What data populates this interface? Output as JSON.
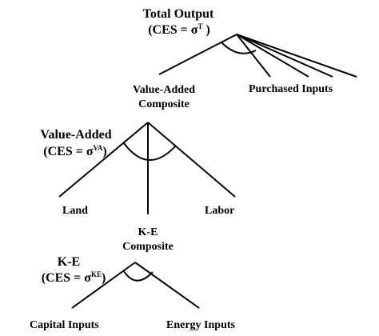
{
  "total_output": {
    "title": "Total Output",
    "ces_prefix": "(CES = σ",
    "ces_sup": "T",
    "ces_suffix": " )",
    "branch_left": {
      "line1": "Value-Added",
      "line2": "Composite"
    },
    "branch_right": "Purchased Inputs"
  },
  "value_added": {
    "title": "Value-Added",
    "ces_prefix": "(CES = σ",
    "ces_sup": "VA",
    "ces_suffix": ")",
    "branch_left": "Land",
    "branch_middle": {
      "line1": "K-E",
      "line2": "Composite"
    },
    "branch_right": "Labor"
  },
  "ke": {
    "title": "K-E",
    "ces_prefix": "(CES = σ",
    "ces_sup": "KE",
    "ces_suffix": ")",
    "branch_left": "Capital Inputs",
    "branch_right": "Energy Inputs"
  },
  "colors": {
    "line": "#000000",
    "text": "#000000",
    "background": "#ffffff"
  }
}
